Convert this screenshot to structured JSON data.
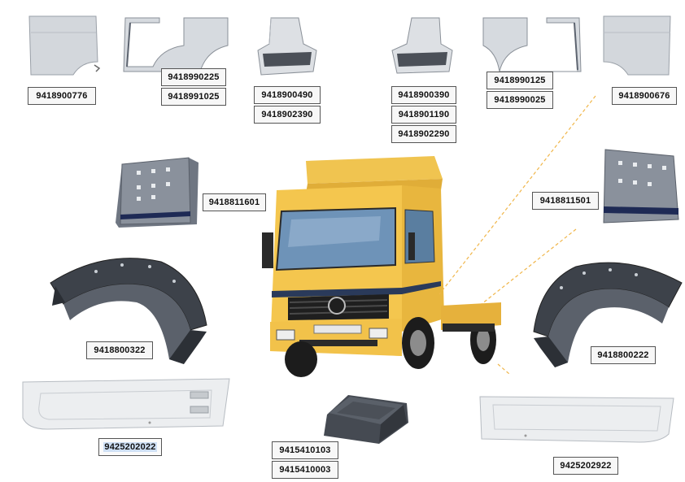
{
  "part_numbers": {
    "door_panel_left_top": "9418900776",
    "door_frame_left_a": "9418990225",
    "door_frame_left_b": "9418991025",
    "step_left_a": "9418900490",
    "step_left_b": "9418902390",
    "step_right_a": "9418900390",
    "step_right_b": "9418901190",
    "step_right_c": "9418902290",
    "door_frame_right_a": "9418990125",
    "door_frame_right_b": "9418990025",
    "door_panel_right_top": "9418900676",
    "side_panel_left": "9418811601",
    "side_panel_right": "9418811501",
    "fender_left": "9418800322",
    "fender_right": "9418800222",
    "side_skirt_left": "9425202022",
    "side_skirt_right": "9425202922",
    "battery_cover_a": "9415410103",
    "battery_cover_b": "9415410003"
  },
  "colors": {
    "truck_body": "#f2c24a",
    "part_grey": "#d9dde2",
    "part_dark": "#5d6470",
    "label_border": "#555555",
    "selection": "#cfe0f5"
  }
}
